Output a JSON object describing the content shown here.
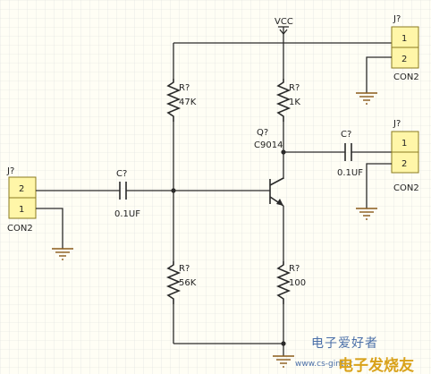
{
  "vcc": {
    "label": "VCC"
  },
  "r1": {
    "ref": "R?",
    "value": "47K"
  },
  "r2": {
    "ref": "R?",
    "value": "1K"
  },
  "r3": {
    "ref": "R?",
    "value": "56K"
  },
  "r4": {
    "ref": "R?",
    "value": "100"
  },
  "transistor": {
    "ref": "Q?",
    "value": "C9014"
  },
  "cap_in": {
    "ref": "C?",
    "value": "0.1UF"
  },
  "cap_out": {
    "ref": "C?",
    "value": "0.1UF"
  },
  "conn_in": {
    "ref": "J?",
    "pin_top": "2",
    "pin_bottom": "1",
    "name": "CON2"
  },
  "conn_top": {
    "ref": "J?",
    "pin_top": "1",
    "pin_bottom": "2",
    "name": "CON2"
  },
  "conn_out": {
    "ref": "J?",
    "pin_top": "1",
    "pin_bottom": "2",
    "name": "CON2"
  },
  "watermark": {
    "line1": "电子爱好者",
    "line2": "www.cs-ginti.c",
    "line3": "电子发烧友"
  },
  "colors": {
    "background": "#fffef5",
    "grid": "#d8d8d8",
    "wire": "#2a2a2a",
    "connector_fill": "#fff6a8",
    "ground": "#8a5a1a"
  }
}
